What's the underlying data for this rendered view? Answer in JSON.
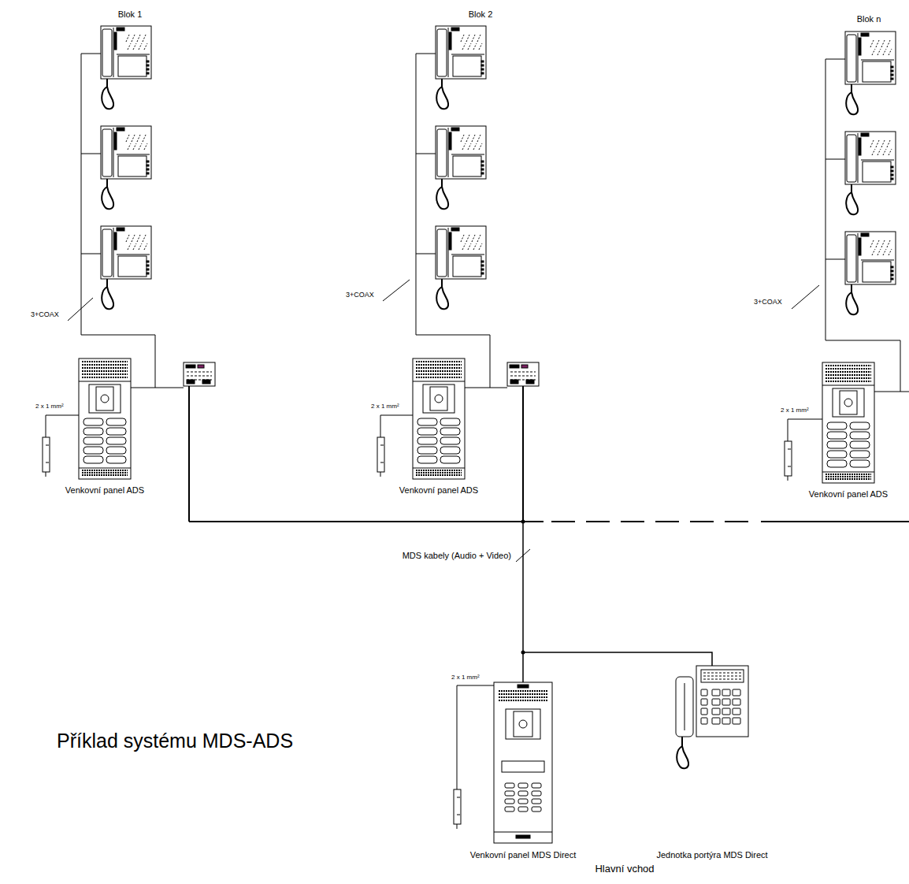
{
  "diagram": {
    "title": "Příklad systému MDS-ADS",
    "nodes": [
      {
        "text": [
          "Venkovní panel ADS"
        ]
      },
      {
        "text": [
          "Venkovní panel ADS"
        ]
      },
      {
        "text": [
          "Venkovní panel ADS"
        ]
      },
      {
        "text": [
          "Venkovní panel MDS Direct"
        ]
      },
      {
        "text": [
          "Jednotka portýra MDS Direct"
        ]
      }
    ],
    "edges": [
      {
        "from": 3,
        "to": 4,
        "arrow": "none"
      }
    ],
    "labels": [
      "Blok 1",
      "3+COAX",
      "2 x 1 mm²",
      "Blok 2",
      "3+COAX",
      "2 x 1 mm²",
      "Blok n",
      "3+COAX",
      "2 x 1 mm²",
      "MDS kabely (Audio + Video)",
      "2 x 1 mm²",
      "Hlavní vchod"
    ]
  }
}
